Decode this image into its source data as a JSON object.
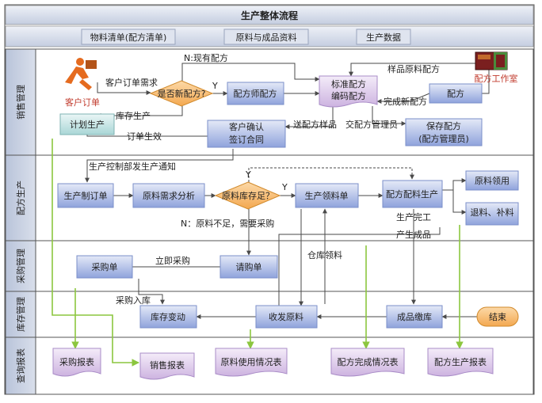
{
  "title": "生产整体流程",
  "tabs": [
    "物料清单(配方清单)",
    "原料与成品资料",
    "生产数据"
  ],
  "lanes": [
    "销售管理",
    "配方生产",
    "采购管理",
    "库存管理",
    "查询报表"
  ],
  "boxes": {
    "config_staff": "配方师配方",
    "standard_code_1": "标准配方",
    "standard_code_2": "编码配方",
    "formula": "配方",
    "plan_production": "计划生产",
    "confirm_1": "客户确认",
    "confirm_2": "签订合同",
    "save_1": "保存配方",
    "save_2": "(配方管理员)",
    "prod_order": "生产制订单",
    "material_analysis": "原料需求分析",
    "pick_list": "生产领料单",
    "batch_production": "配方配料生产",
    "material_use": "原料领用",
    "return_add": "退料、补料",
    "purchase_order": "采购单",
    "requisition": "请购单",
    "stock_change": "库存变动",
    "receive_issue": "收发原料",
    "product_store": "成品缴库",
    "end": "结束"
  },
  "decisions": {
    "new_formula": "是否新配方?",
    "stock_check": "原料库存足？"
  },
  "reports": [
    "采购报表",
    "销售报表",
    "原料使用情况表",
    "配方完成情况表",
    "配方生产报表"
  ],
  "labels": {
    "customer_order": "客户订单",
    "customer_demand": "客户订单需求",
    "existing_formula": "N:现有配方",
    "yes1": "Y",
    "sample_formula": "样品原料配方",
    "formula_room": "配方工作室",
    "new_formula_done": "完成新配方",
    "stock_production": "库存生产",
    "send_sample": "送配方样品",
    "submit_admin": "交配方管理员",
    "order_effect": "订单生效",
    "notice": "生产控制部发生产通知",
    "yes2": "Y",
    "yes3": "Y",
    "shortage": "N：原料不足，需要采购",
    "finish_1": "生产完工",
    "finish_2": "产生成品",
    "warehouse_pick": "仓库领料",
    "buy_now": "立即采购",
    "purchase_in": "采购入库"
  },
  "colors": {
    "title_band": "#c9d2e2",
    "box": "#8fa3dc",
    "decision": "#f7b76c",
    "report": "#d4bce4",
    "teal": "#c8e6e6",
    "end": "#f7b76c",
    "arrow": "#4a4a4a",
    "green": "#8cc63f"
  }
}
